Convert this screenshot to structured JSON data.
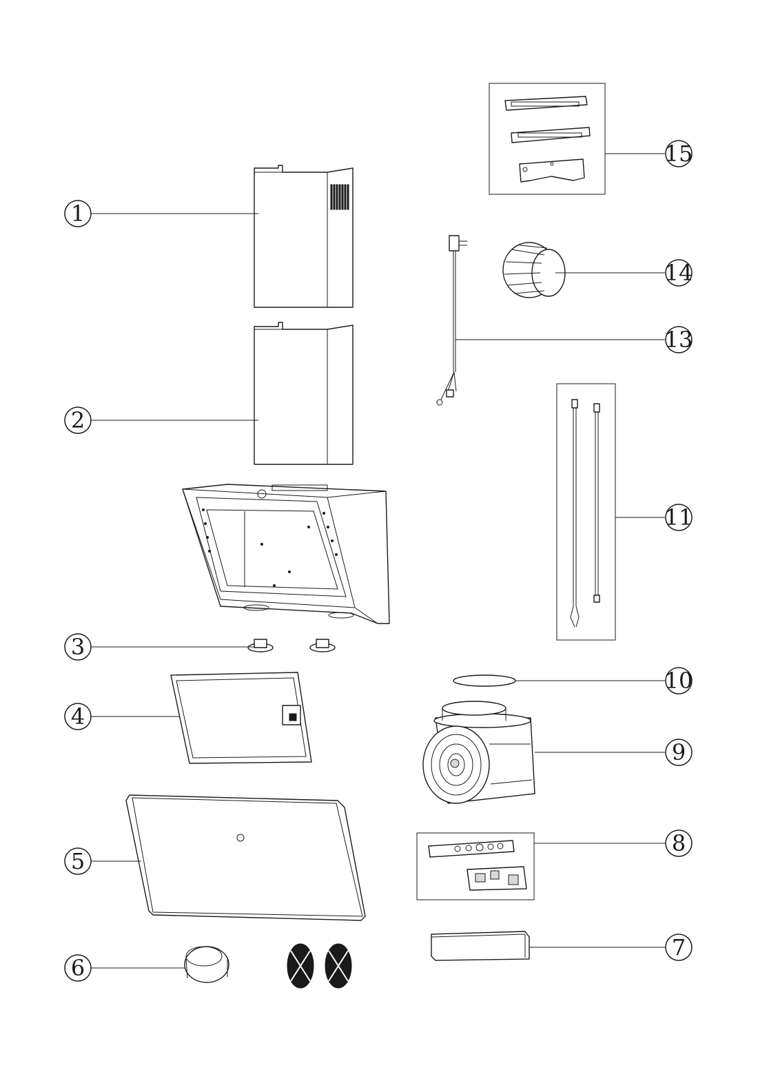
{
  "callouts": [
    {
      "id": "part-1",
      "label": "1"
    },
    {
      "id": "part-2",
      "label": "2"
    },
    {
      "id": "part-3",
      "label": "3"
    },
    {
      "id": "part-4",
      "label": "4"
    },
    {
      "id": "part-5",
      "label": "5"
    },
    {
      "id": "part-6",
      "label": "6"
    },
    {
      "id": "part-7",
      "label": "7"
    },
    {
      "id": "part-8",
      "label": "8"
    },
    {
      "id": "part-9",
      "label": "9"
    },
    {
      "id": "part-10",
      "label": "10"
    },
    {
      "id": "part-11",
      "label": "11"
    },
    {
      "id": "part-13",
      "label": "13"
    },
    {
      "id": "part-14",
      "label": "14"
    },
    {
      "id": "part-15",
      "label": "15"
    }
  ],
  "colors": {
    "line": "#1a1a1a",
    "background": "#ffffff"
  }
}
